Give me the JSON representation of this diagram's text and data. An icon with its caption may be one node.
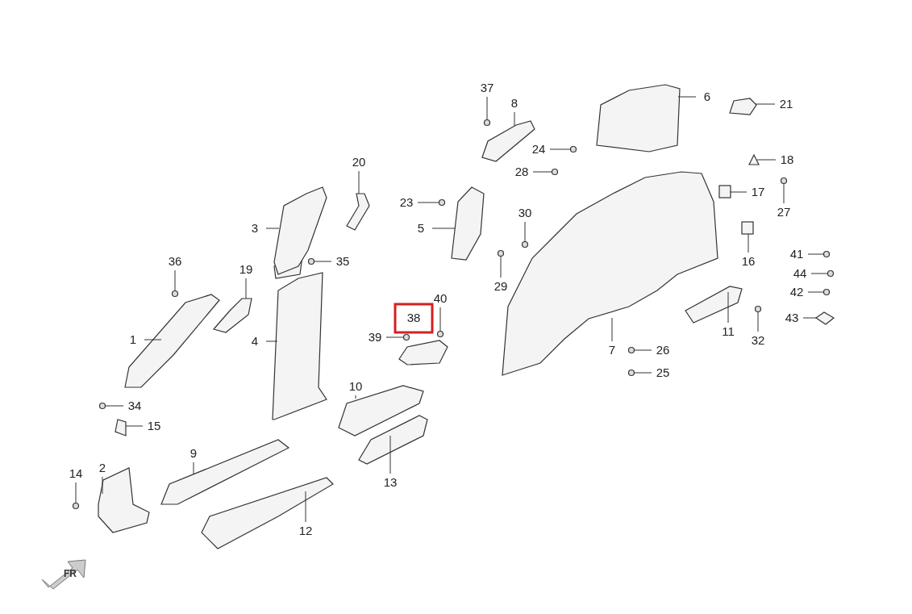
{
  "diagram": {
    "nodes": [
      {
        "text": [
          "1"
        ]
      },
      {
        "text": [
          "2"
        ]
      },
      {
        "text": [
          "3"
        ]
      },
      {
        "text": [
          "4"
        ]
      },
      {
        "text": [
          "5"
        ]
      },
      {
        "text": [
          "6"
        ]
      },
      {
        "text": [
          "7"
        ]
      },
      {
        "text": [
          "8"
        ]
      },
      {
        "text": [
          "9"
        ]
      },
      {
        "text": [
          "10"
        ]
      },
      {
        "text": [
          "11"
        ]
      },
      {
        "text": [
          "12"
        ]
      },
      {
        "text": [
          "13"
        ]
      },
      {
        "text": [
          "14"
        ]
      },
      {
        "text": [
          "15"
        ]
      },
      {
        "text": [
          "16"
        ]
      },
      {
        "text": [
          "17"
        ]
      },
      {
        "text": [
          "18"
        ]
      },
      {
        "text": [
          "19"
        ]
      },
      {
        "text": [
          "20"
        ]
      },
      {
        "text": [
          "21"
        ]
      },
      {
        "text": [
          "23"
        ]
      },
      {
        "text": [
          "24"
        ]
      },
      {
        "text": [
          "25"
        ]
      },
      {
        "text": [
          "26"
        ]
      },
      {
        "text": [
          "27"
        ]
      },
      {
        "text": [
          "28"
        ]
      },
      {
        "text": [
          "29"
        ]
      },
      {
        "text": [
          "30"
        ]
      },
      {
        "text": [
          "32"
        ]
      },
      {
        "text": [
          "34"
        ]
      },
      {
        "text": [
          "35"
        ]
      },
      {
        "text": [
          "36"
        ]
      },
      {
        "text": [
          "37"
        ]
      },
      {
        "text": [
          "38"
        ]
      },
      {
        "text": [
          "39"
        ]
      },
      {
        "text": [
          "40"
        ]
      },
      {
        "text": [
          "41"
        ]
      },
      {
        "text": [
          "42"
        ]
      },
      {
        "text": [
          "43"
        ]
      },
      {
        "text": [
          "44"
        ]
      },
      {
        "text": [],
        "shape": "picture"
      },
      {
        "text": [],
        "shape": "picture"
      },
      {
        "text": [],
        "shape": "picture"
      },
      {
        "text": [],
        "shape": "picture"
      },
      {
        "text": [],
        "shape": "picture"
      },
      {
        "text": [],
        "shape": "picture"
      },
      {
        "text": [],
        "shape": "picture"
      },
      {
        "text": [],
        "shape": "picture"
      },
      {
        "text": [],
        "shape": "picture"
      },
      {
        "text": [],
        "shape": "picture"
      },
      {
        "text": [],
        "shape": "picture"
      },
      {
        "text": [],
        "shape": "picture"
      },
      {
        "text": [],
        "shape": "picture"
      },
      {
        "text": [],
        "shape": "circle"
      },
      {
        "text": [],
        "shape": "picture"
      },
      {
        "text": [],
        "shape": "box"
      },
      {
        "text": [],
        "shape": "box"
      },
      {
        "text": [],
        "shape": "picture"
      },
      {
        "text": [],
        "shape": "picture"
      },
      {
        "text": [],
        "shape": "picture"
      },
      {
        "text": [],
        "shape": "picture"
      },
      {
        "text": [],
        "shape": "circle"
      },
      {
        "text": [],
        "shape": "circle"
      },
      {
        "text": [],
        "shape": "circle"
      },
      {
        "text": [],
        "shape": "circle"
      },
      {
        "text": [],
        "shape": "circle"
      },
      {
        "text": [],
        "shape": "circle"
      },
      {
        "text": [],
        "shape": "circle"
      },
      {
        "text": [],
        "shape": "circle"
      },
      {
        "text": [],
        "shape": "circle"
      },
      {
        "text": [],
        "shape": "circle"
      },
      {
        "text": [],
        "shape": "circle"
      },
      {
        "text": [],
        "shape": "circle"
      },
      {
        "text": [],
        "shape": "circle"
      },
      {
        "text": [],
        "shape": "circle"
      },
      {
        "text": [],
        "shape": "circle"
      },
      {
        "text": [],
        "shape": "circle"
      },
      {
        "text": [],
        "shape": "circle"
      },
      {
        "text": [],
        "shape": "picture"
      },
      {
        "text": [],
        "shape": "circle"
      }
    ],
    "edges": [
      {
        "from": 0,
        "to": 41,
        "arrow": "none"
      },
      {
        "from": 1,
        "to": 42,
        "arrow": "none"
      },
      {
        "from": 2,
        "to": 43,
        "arrow": "none"
      },
      {
        "from": 3,
        "to": 44,
        "arrow": "none"
      },
      {
        "from": 4,
        "to": 45,
        "arrow": "none"
      },
      {
        "from": 5,
        "to": 46,
        "arrow": "none"
      },
      {
        "from": 6,
        "to": 47,
        "arrow": "none"
      },
      {
        "from": 7,
        "to": 48,
        "arrow": "none"
      },
      {
        "from": 8,
        "to": 49,
        "arrow": "none"
      },
      {
        "from": 9,
        "to": 50,
        "arrow": "none"
      },
      {
        "from": 10,
        "to": 51,
        "arrow": "none"
      },
      {
        "from": 11,
        "to": 52,
        "arrow": "none"
      },
      {
        "from": 12,
        "to": 53,
        "arrow": "none"
      },
      {
        "from": 13,
        "to": 54,
        "arrow": "none"
      },
      {
        "from": 14,
        "to": 55,
        "arrow": "none"
      },
      {
        "from": 15,
        "to": 56,
        "arrow": "none"
      },
      {
        "from": 16,
        "to": 57,
        "arrow": "none"
      },
      {
        "from": 17,
        "to": 58,
        "arrow": "none"
      },
      {
        "from": 18,
        "to": 59,
        "arrow": "none"
      },
      {
        "from": 19,
        "to": 60,
        "arrow": "none"
      },
      {
        "from": 20,
        "to": 61,
        "arrow": "none"
      },
      {
        "from": 21,
        "to": 62,
        "arrow": "none"
      },
      {
        "from": 22,
        "to": 63,
        "arrow": "none"
      },
      {
        "from": 23,
        "to": 64,
        "arrow": "none"
      },
      {
        "from": 24,
        "to": 65,
        "arrow": "none"
      },
      {
        "from": 25,
        "to": 66,
        "arrow": "none"
      },
      {
        "from": 26,
        "to": 67,
        "arrow": "none"
      },
      {
        "from": 27,
        "to": 68,
        "arrow": "none"
      },
      {
        "from": 28,
        "to": 69,
        "arrow": "none"
      },
      {
        "from": 29,
        "to": 70,
        "arrow": "none"
      },
      {
        "from": 30,
        "to": 71,
        "arrow": "none"
      },
      {
        "from": 31,
        "to": 72,
        "arrow": "none"
      },
      {
        "from": 32,
        "to": 73,
        "arrow": "none"
      },
      {
        "from": 33,
        "to": 74,
        "arrow": "none"
      },
      {
        "from": 35,
        "to": 75,
        "arrow": "none"
      },
      {
        "from": 36,
        "to": 76,
        "arrow": "none"
      },
      {
        "from": 37,
        "to": 77,
        "arrow": "none"
      },
      {
        "from": 38,
        "to": 78,
        "arrow": "none"
      },
      {
        "from": 39,
        "to": 79,
        "arrow": "none"
      },
      {
        "from": 40,
        "to": 80,
        "arrow": "none"
      }
    ],
    "labels": [
      "FR"
    ]
  }
}
